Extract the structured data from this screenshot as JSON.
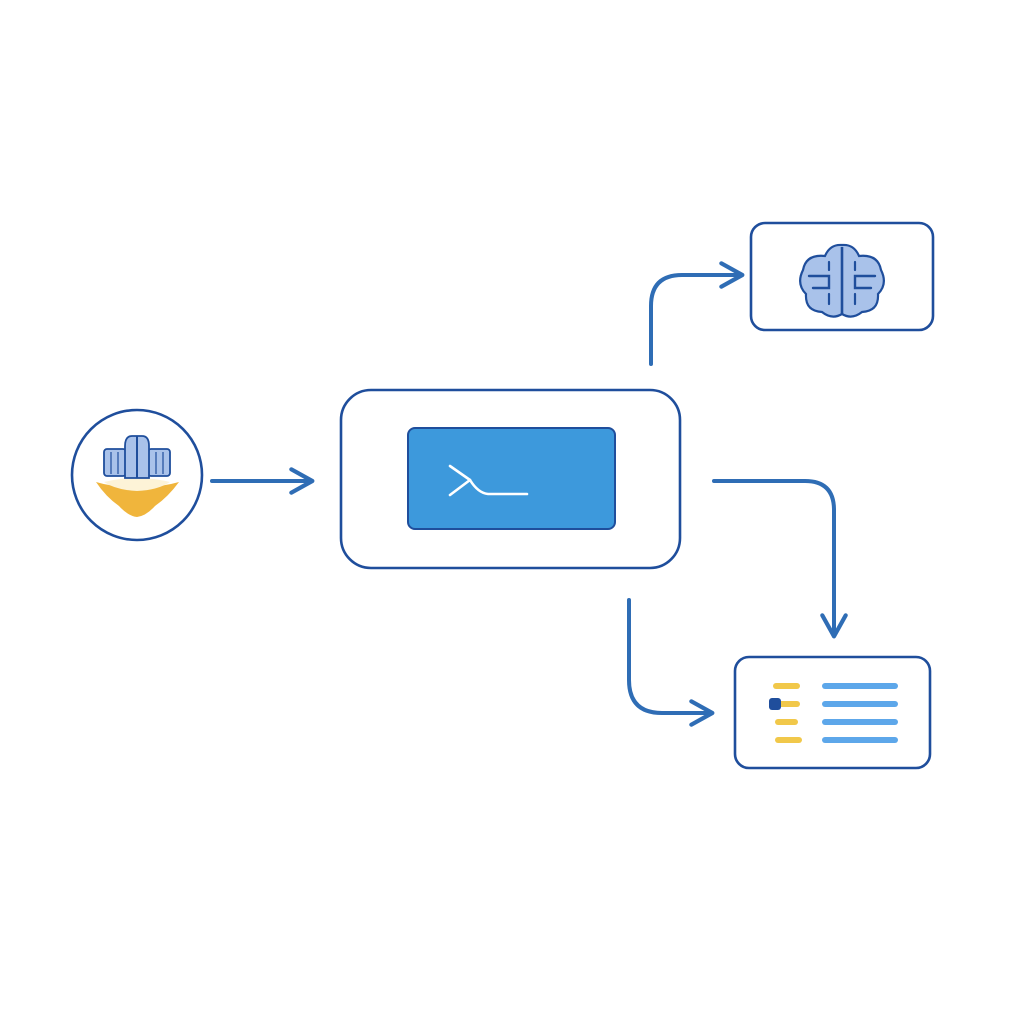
{
  "diagram": {
    "nodes": [
      {
        "id": "source",
        "shape": "circle",
        "icon": "ship-icon"
      },
      {
        "id": "terminal",
        "shape": "rounded-rect",
        "icon": "terminal-prompt-icon"
      },
      {
        "id": "brain",
        "shape": "rounded-rect",
        "icon": "brain-icon"
      },
      {
        "id": "document",
        "shape": "rounded-rect",
        "icon": "document-lines-icon"
      }
    ],
    "edges": [
      {
        "from": "source",
        "to": "terminal"
      },
      {
        "from": "terminal",
        "to": "brain"
      },
      {
        "from": "terminal",
        "to": "document"
      },
      {
        "from": "terminal",
        "to": "document"
      }
    ]
  },
  "colors": {
    "outline": "#1f4e9c",
    "connector": "#2f6db5",
    "terminal_fill": "#3d99dc",
    "terminal_glyph": "#ffffff",
    "accent_yellow": "#f1c84a",
    "accent_light_blue": "#5da7ea",
    "ship_hull": "#f0b53c",
    "icon_blue_light": "#a9c2ea"
  }
}
